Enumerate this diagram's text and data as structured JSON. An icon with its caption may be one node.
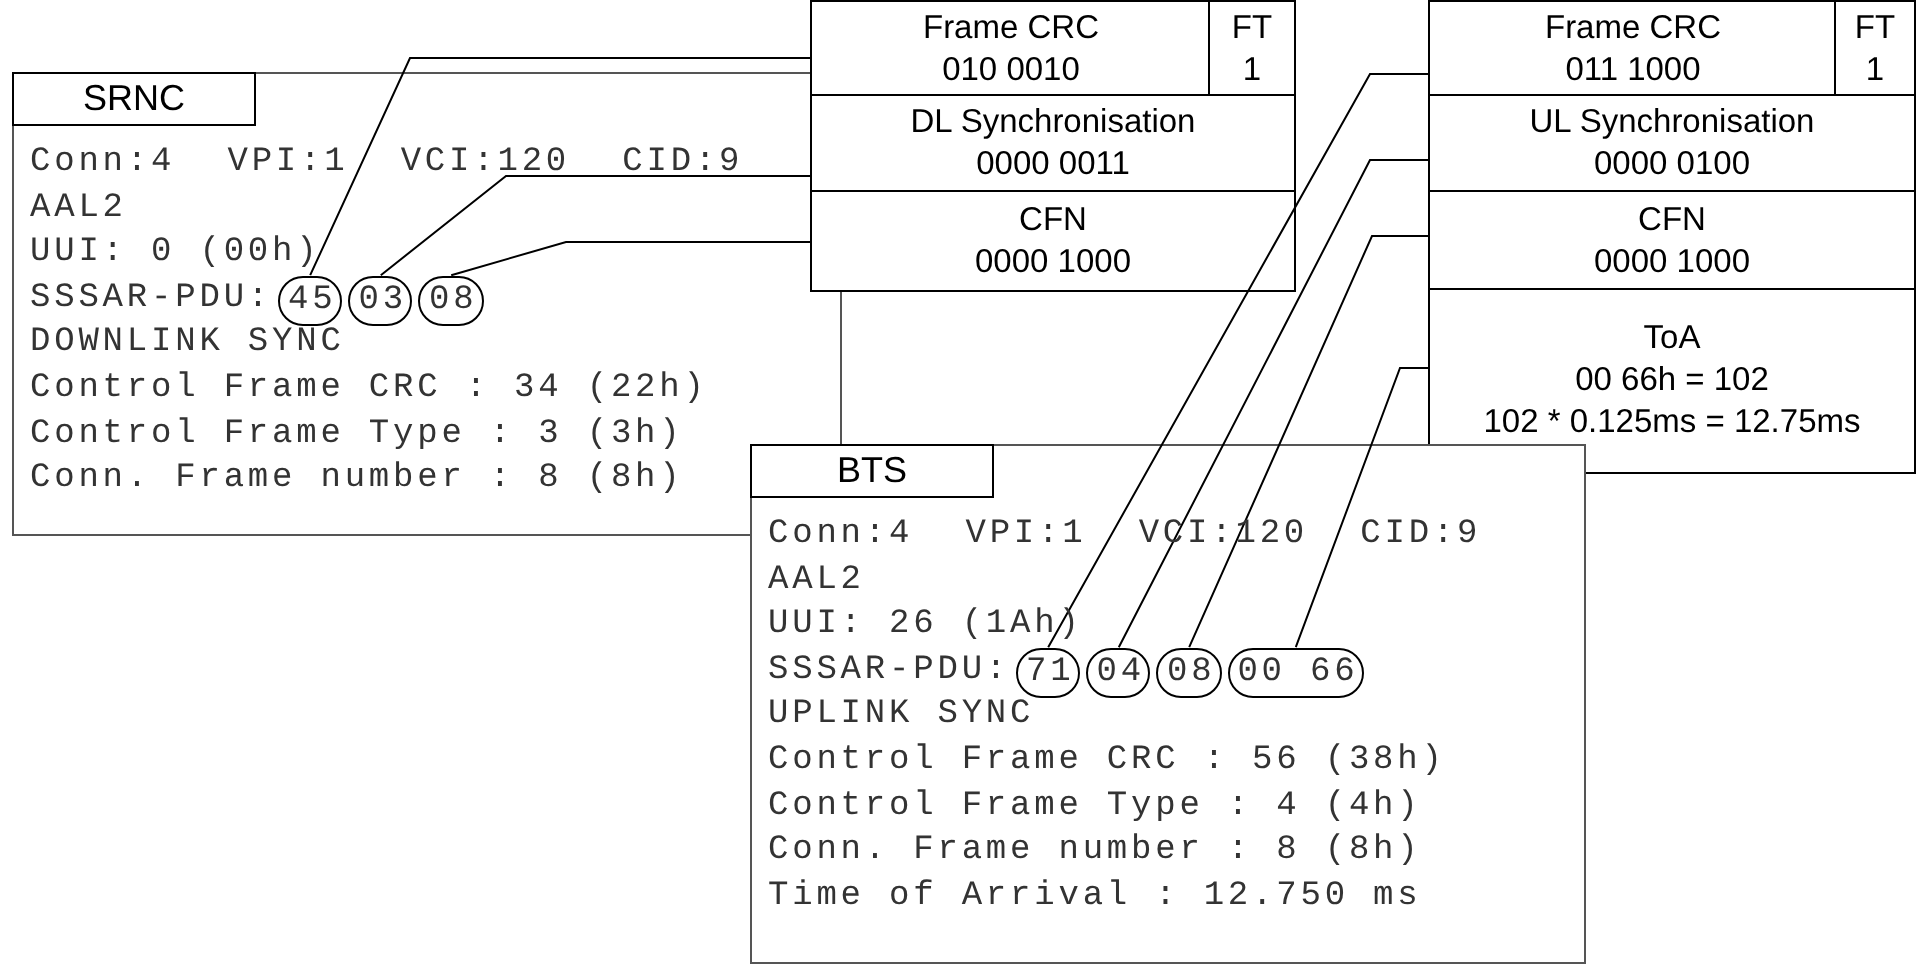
{
  "diagram": {
    "nodes": [
      {
        "text": [
          "SRNC",
          "Conn:4 VPI:1 VCI:120 CID:9",
          "AAL2",
          "UUI: 0 (00h)",
          "SSSAR-PDU:",
          "DOWNLINK SYNC",
          "Control Frame CRC : 34 (22h)",
          "Control Frame Type : 3 (3h)",
          "Conn. Frame number : 8 (8h)"
        ]
      },
      {
        "text": [
          "45"
        ],
        "in": 0
      },
      {
        "text": [
          "03"
        ],
        "in": 0
      },
      {
        "text": [
          "08"
        ],
        "in": 0
      },
      {
        "text": [
          "Frame CRC",
          "010 0010"
        ]
      },
      {
        "text": [
          "FT",
          "1"
        ]
      },
      {
        "text": [
          "DL Synchronisation",
          "0000 0011"
        ]
      },
      {
        "text": [
          "CFN",
          "0000 1000"
        ]
      },
      {
        "text": [
          "Frame CRC",
          "011 1000"
        ]
      },
      {
        "text": [
          "FT",
          "1"
        ]
      },
      {
        "text": [
          "UL Synchronisation",
          "0000 0100"
        ]
      },
      {
        "text": [
          "CFN",
          "0000 1000"
        ]
      },
      {
        "text": [
          "ToA",
          "00 66h = 102",
          "102 * 0.125ms = 12.75ms"
        ]
      },
      {
        "text": [
          "BTS",
          "Conn:4 VPI:1 VCI:120 CID:9",
          "AAL2",
          "UUI: 26 (1Ah)",
          "SSSAR-PDU:",
          "UPLINK SYNC",
          "Control Frame CRC : 56 (38h)",
          "Control Frame Type : 4 (4h)",
          "Conn. Frame number : 8 (8h)",
          "Time of Arrival : 12.750 ms"
        ]
      },
      {
        "text": [
          "71"
        ],
        "in": 13
      },
      {
        "text": [
          "04"
        ],
        "in": 13
      },
      {
        "text": [
          "08"
        ],
        "in": 13
      },
      {
        "text": [
          "00 66"
        ],
        "in": 13
      }
    ],
    "edges": [
      {
        "from": 1,
        "to": 4,
        "arrow": "none"
      },
      {
        "from": 2,
        "to": 6,
        "arrow": "none"
      },
      {
        "from": 3,
        "to": 7,
        "arrow": "none"
      },
      {
        "from": 14,
        "to": 8,
        "arrow": "none"
      },
      {
        "from": 15,
        "to": 10,
        "arrow": "none"
      },
      {
        "from": 16,
        "to": 11,
        "arrow": "none"
      },
      {
        "from": 17,
        "to": 12,
        "arrow": "none"
      }
    ]
  }
}
